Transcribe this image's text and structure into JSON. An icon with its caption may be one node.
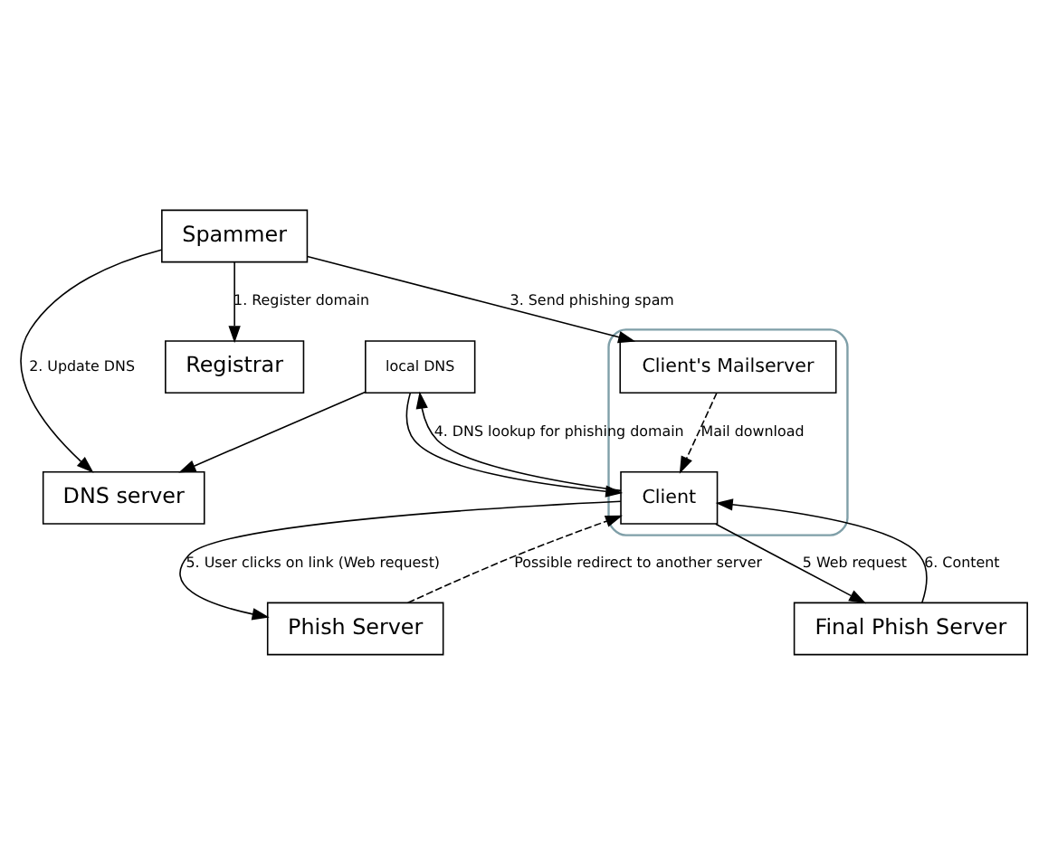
{
  "diagram": {
    "nodes": [
      {
        "text": [
          "Spammer"
        ]
      },
      {
        "text": [
          "DNS server"
        ]
      },
      {
        "text": [
          "Registrar"
        ]
      },
      {
        "text": [],
        "shape": "cloud"
      },
      {
        "text": [
          "Client's Mailserver"
        ],
        "in": 3
      },
      {
        "text": [
          "Client"
        ],
        "in": 3
      },
      {
        "text": [
          "local DNS"
        ]
      },
      {
        "text": [
          "Phish Server"
        ]
      },
      {
        "text": [
          "Final Phish Server"
        ]
      }
    ],
    "edges": [
      {
        "from": 0,
        "to": 2,
        "arrow": "to",
        "label": "1. Register domain"
      },
      {
        "from": 0,
        "to": 1,
        "arrow": "to",
        "label": "2. Update DNS"
      },
      {
        "from": 0,
        "to": 4,
        "arrow": "to",
        "label": "3. Send phishing spam"
      },
      {
        "from": 4,
        "to": 5,
        "arrow": "to",
        "label": "Mail download",
        "style": "dashed"
      },
      {
        "from": 5,
        "to": 6,
        "arrow": "to",
        "label": "4. DNS lookup for phishing domain"
      },
      {
        "from": 6,
        "to": 5,
        "arrow": "to"
      },
      {
        "from": 6,
        "to": 1,
        "arrow": "to"
      },
      {
        "from": 5,
        "to": 7,
        "arrow": "to",
        "label": "5. User clicks on link (Web request)"
      },
      {
        "from": 7,
        "to": 5,
        "arrow": "to",
        "label": "Possible redirect to another server",
        "style": "dashed"
      },
      {
        "from": 5,
        "to": 8,
        "arrow": "to",
        "label": "5 Web request"
      },
      {
        "from": 8,
        "to": 5,
        "arrow": "to",
        "label": "6. Content"
      }
    ]
  }
}
